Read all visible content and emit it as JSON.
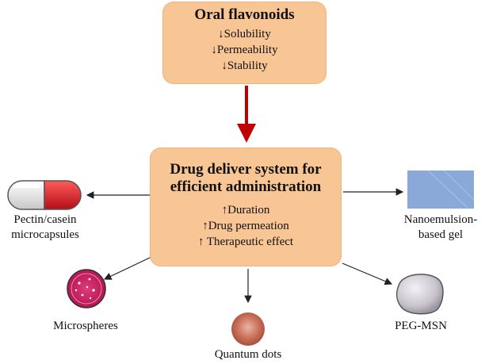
{
  "top_box": {
    "title": "Oral flavonoids",
    "lines": [
      "↓Solubility",
      "↓Permeability",
      "↓Stability"
    ]
  },
  "center_box": {
    "title_line1": "Drug deliver system for",
    "title_line2": "efficient administration",
    "lines": [
      "↑Duration",
      "↑Drug permeation",
      "↑ Therapeutic effect"
    ]
  },
  "systems": {
    "capsule_line1": "Pectin/casein",
    "capsule_line2": "microcapsules",
    "gel_line1": "Nanoemulsion-",
    "gel_line2": "based gel",
    "microspheres": "Microspheres",
    "quantum_dots": "Quantum dots",
    "peg_msn": "PEG-MSN"
  },
  "colors": {
    "box_fill": "#f8c594",
    "main_arrow": "#c00000",
    "capsule_red": "#e01b24",
    "gel_blue": "#8aa8d8",
    "microsphere_pink": "#d81b60",
    "quantum_dot": "#c8705a",
    "peg_msn_grey": "#c9c4cc"
  }
}
